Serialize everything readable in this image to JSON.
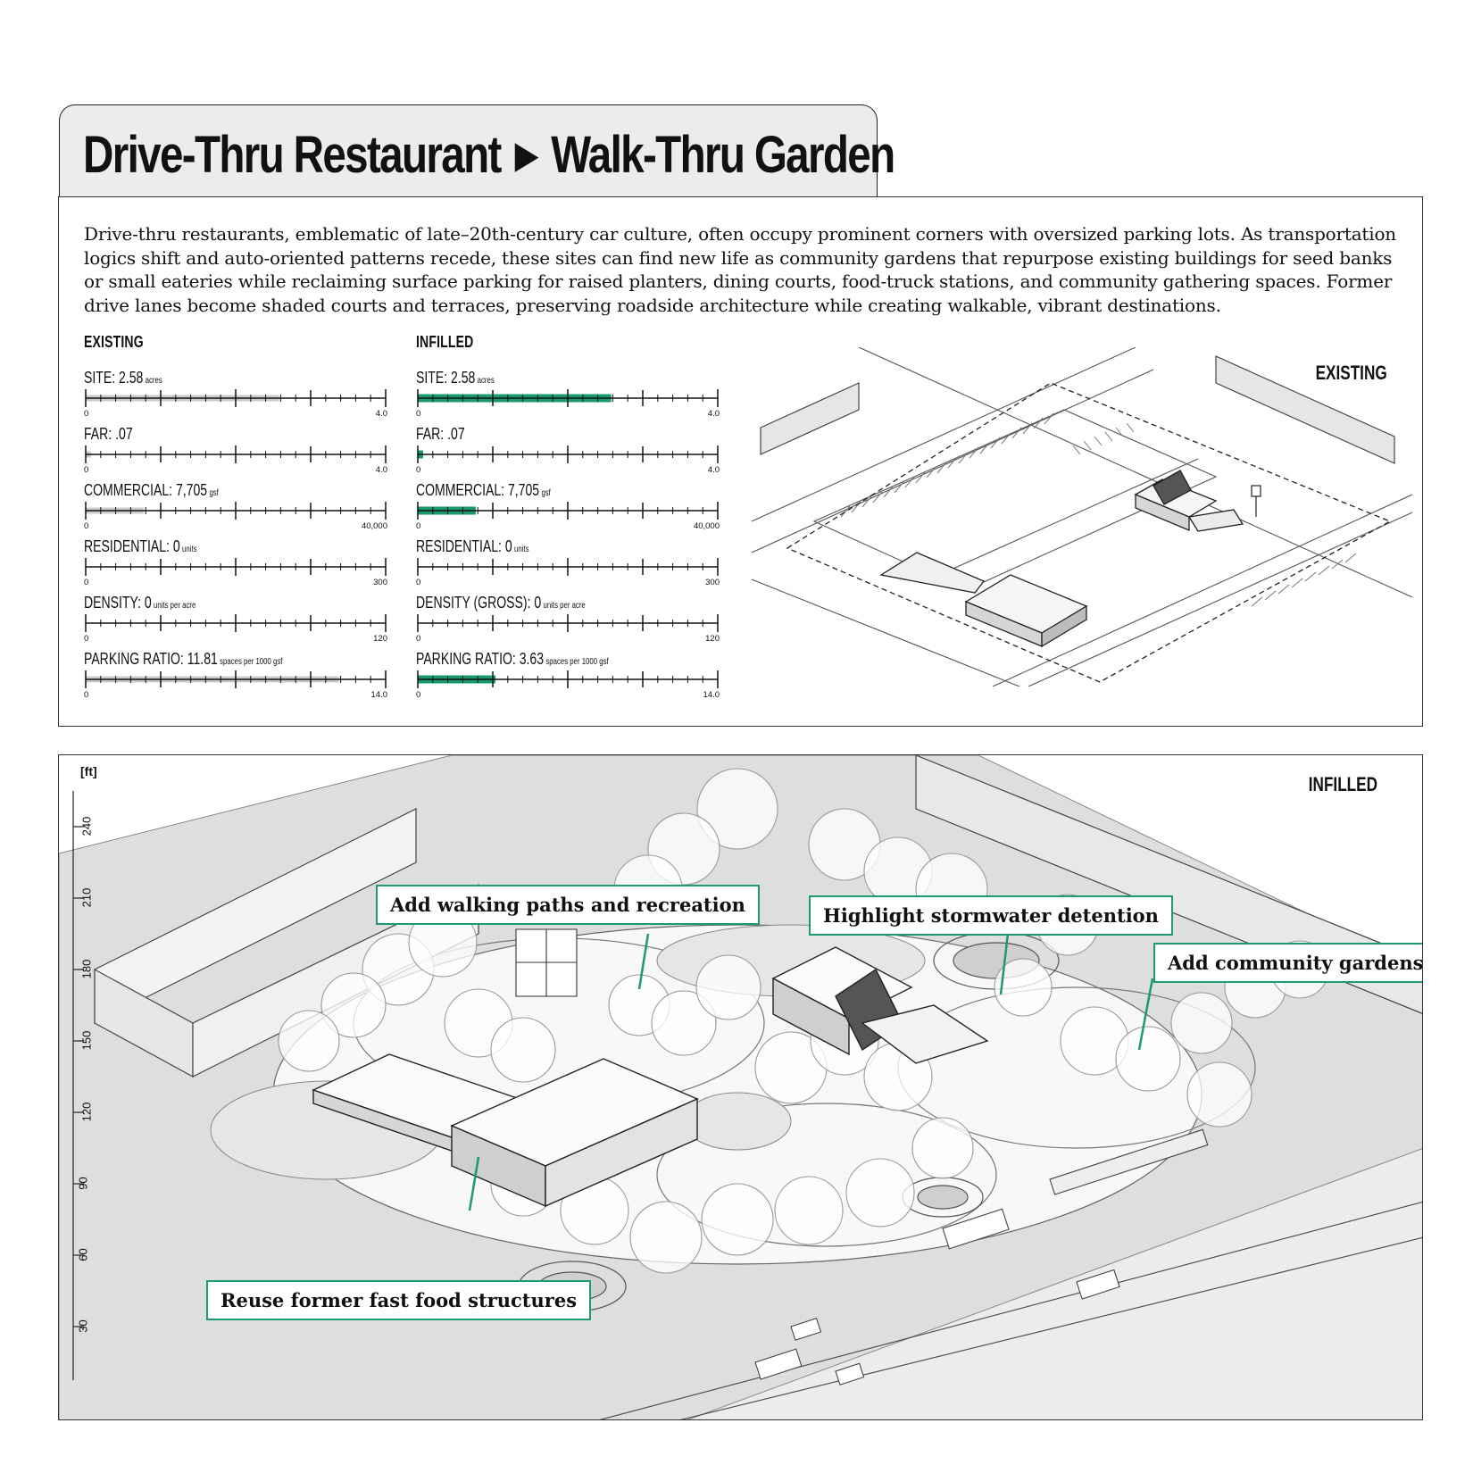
{
  "title": {
    "left": "Drive-Thru Restaurant",
    "arrow": "▶",
    "right": "Walk-Thru Garden"
  },
  "intro": "Drive-thru restaurants, emblematic of late–20th-century car culture, often occupy prominent corners with oversized parking lots. As transportation logics shift and auto-oriented patterns recede, these sites can find new life as community gardens that repurpose existing buildings for seed banks or small eateries while reclaiming surface parking for raised planters, dining courts, food-truck stations, and community gathering spaces. Former drive lanes become shaded courts and terraces, preserving roadside architecture while creating walkable, vibrant destinations.",
  "existing": {
    "heading": "EXISTING",
    "metrics": [
      {
        "label": "SITE: 2.58",
        "unit": "acres",
        "min": "0",
        "max": "4.0",
        "fraction": 0.645
      },
      {
        "label": "FAR: .07",
        "unit": "",
        "min": "0",
        "max": "4.0",
        "fraction": 0.0175
      },
      {
        "label": "COMMERCIAL: 7,705",
        "unit": "gsf",
        "min": "0",
        "max": "40,000",
        "fraction": 0.193
      },
      {
        "label": "RESIDENTIAL: 0",
        "unit": "units",
        "min": "0",
        "max": "300",
        "fraction": 0
      },
      {
        "label": "DENSITY: 0",
        "unit": "units per acre",
        "min": "0",
        "max": "120",
        "fraction": 0
      },
      {
        "label": "PARKING RATIO: 11.81",
        "unit": "spaces per 1000 gsf",
        "min": "0",
        "max": "14.0",
        "fraction": 0.844
      }
    ]
  },
  "infilled": {
    "heading": "INFILLED",
    "metrics": [
      {
        "label": "SITE: 2.58",
        "unit": "acres",
        "min": "0",
        "max": "4.0",
        "fraction": 0.645
      },
      {
        "label": "FAR: .07",
        "unit": "",
        "min": "0",
        "max": "4.0",
        "fraction": 0.0175
      },
      {
        "label": "COMMERCIAL: 7,705",
        "unit": "gsf",
        "min": "0",
        "max": "40,000",
        "fraction": 0.193
      },
      {
        "label": "RESIDENTIAL: 0",
        "unit": "units",
        "min": "0",
        "max": "300",
        "fraction": 0
      },
      {
        "label": "DENSITY (GROSS): 0",
        "unit": "units per acre",
        "min": "0",
        "max": "120",
        "fraction": 0
      },
      {
        "label": "PARKING RATIO: 3.63",
        "unit": "spaces per 1000 gsf",
        "min": "0",
        "max": "14.0",
        "fraction": 0.259
      }
    ]
  },
  "colors": {
    "existing_fill": "#cccccc",
    "infilled_fill": "#1a9a6c",
    "callout_border": "#1f9a6a"
  },
  "existing_diagram": {
    "tag": "EXISTING"
  },
  "infilled_diagram": {
    "tag": "INFILLED",
    "unit_label": "[ft]",
    "ruler": [
      "30",
      "60",
      "90",
      "120",
      "150",
      "180",
      "210",
      "240"
    ],
    "callouts": {
      "paths": "Add walking paths and recreation",
      "stormwater": "Highlight stormwater detention",
      "gardens": "Add community gardens",
      "reuse": "Reuse former fast food structures"
    }
  }
}
